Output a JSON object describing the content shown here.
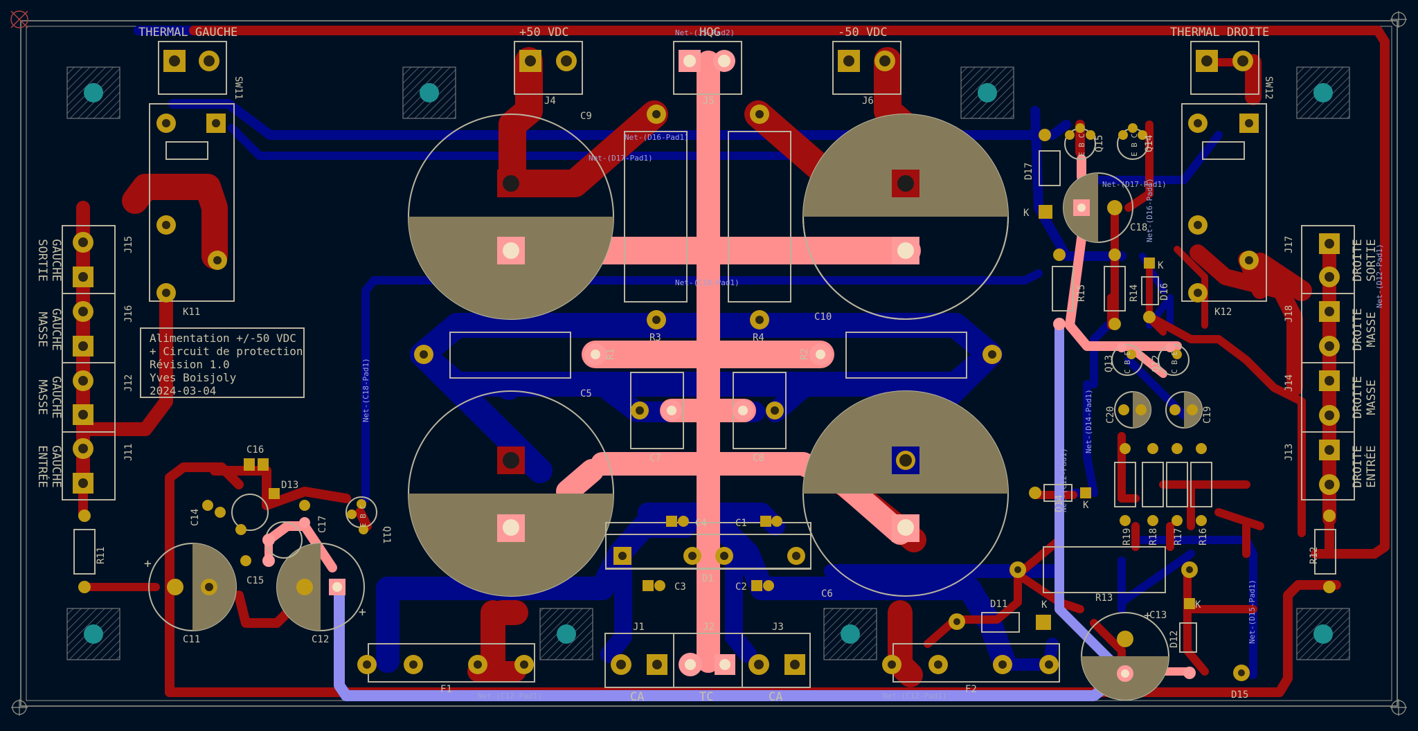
{
  "board": {
    "title_block": [
      "Alimentation +/-50 VDC",
      "+ Circuit de protection",
      "Révision 1.0",
      "Yves Boisjoly",
      "2024-03-04"
    ],
    "top_labels": {
      "thermal_gauche": "THERMAL GAUCHE",
      "plus50": "+50 VDC",
      "hqg": "HQG",
      "minus50": "-50 VDC",
      "thermal_droite": "THERMAL DROITE"
    },
    "side_labels_left": [
      {
        "l1": "SORTIE",
        "l2": "GAUCHE"
      },
      {
        "l1": "MASSE",
        "l2": "GAUCHE"
      },
      {
        "l1": "MASSE",
        "l2": "GAUCHE"
      },
      {
        "l1": "ENTRÉE",
        "l2": "GAUCHE"
      }
    ],
    "side_labels_right": [
      {
        "l1": "SORTIE",
        "l2": "DROITE"
      },
      {
        "l1": "MASSE",
        "l2": "DROITE"
      },
      {
        "l1": "MASSE",
        "l2": "DROITE"
      },
      {
        "l1": "ENTRÉE",
        "l2": "DROITE"
      }
    ],
    "bottom_labels": {
      "ca_left": "CA",
      "tc": "TC",
      "ca_right": "CA"
    },
    "refs": {
      "SW11": "SW11",
      "SW12": "SW12",
      "K11": "K11",
      "K12": "K12",
      "J1": "J1",
      "J2": "J2",
      "J3": "J3",
      "J4": "J4",
      "J5": "J5",
      "J6": "J6",
      "J11": "J11",
      "J12": "J12",
      "J13": "J13",
      "J14": "J14",
      "J15": "J15",
      "J16": "J16",
      "J17": "J17",
      "J18": "J18",
      "C1": "C1",
      "C2": "C2",
      "C3": "C3",
      "C4": "C4",
      "C5": "C5",
      "C6": "C6",
      "C7": "C7",
      "C8": "C8",
      "C9": "C9",
      "C10": "C10",
      "C11": "C11",
      "C12": "C12",
      "C13": "C13",
      "C14": "C14",
      "C15": "C15",
      "C16": "C16",
      "C17": "C17",
      "C18": "C18",
      "C19": "C19",
      "C20": "C20",
      "R1": "R1",
      "R2": "R2",
      "R3": "R3",
      "R4": "R4",
      "R11": "R11",
      "R12": "R12",
      "R13": "R13",
      "R14": "R14",
      "R15": "R15",
      "R16": "R16",
      "R17": "R17",
      "R18": "R18",
      "R19": "R19",
      "D1": "D1",
      "D11": "D11",
      "D12": "D12",
      "D13": "D13",
      "D14": "D14",
      "D15": "D15",
      "D16": "D16",
      "D17": "D17",
      "Q11": "Q11",
      "Q12": "Q12",
      "Q13": "Q13",
      "Q14": "Q14",
      "Q15": "Q15",
      "F1": "F1",
      "F2": "F2",
      "K": "K",
      "EBC": "E B C",
      "CBE": "C B E",
      "plus": "+"
    },
    "nets": {
      "d16": "Net-(D16-Pad1)",
      "d17": "Net-(D17-Pad1)",
      "d17b": "Net-(D17-Pad1)",
      "c18": "Net-(C18-Pad1)",
      "c18v": "Net-(C18-Pad1)",
      "c12v": "Net-(C12-Pad1)",
      "c12a": "Net-(C12-Pad1)",
      "c12b": "Net-(C12-Pad1)",
      "d14v": "Net-(D14-Pad1)",
      "d15v": "Net-(D15-Pad1)",
      "d16v": "Net-(D16-Pad1)",
      "d12v": "Net-(D12-Pad1)",
      "j5": "Net-(J5-Pad2)"
    }
  },
  "colors": {
    "background": "#001023",
    "front_copper": "#a10e0e",
    "back_copper": "#00088a",
    "highlight_net": "#ff8f8f",
    "highlight_back": "#8f8df0",
    "silkscreen": "#b9b49c",
    "capacitor_body": "#857b5a"
  }
}
